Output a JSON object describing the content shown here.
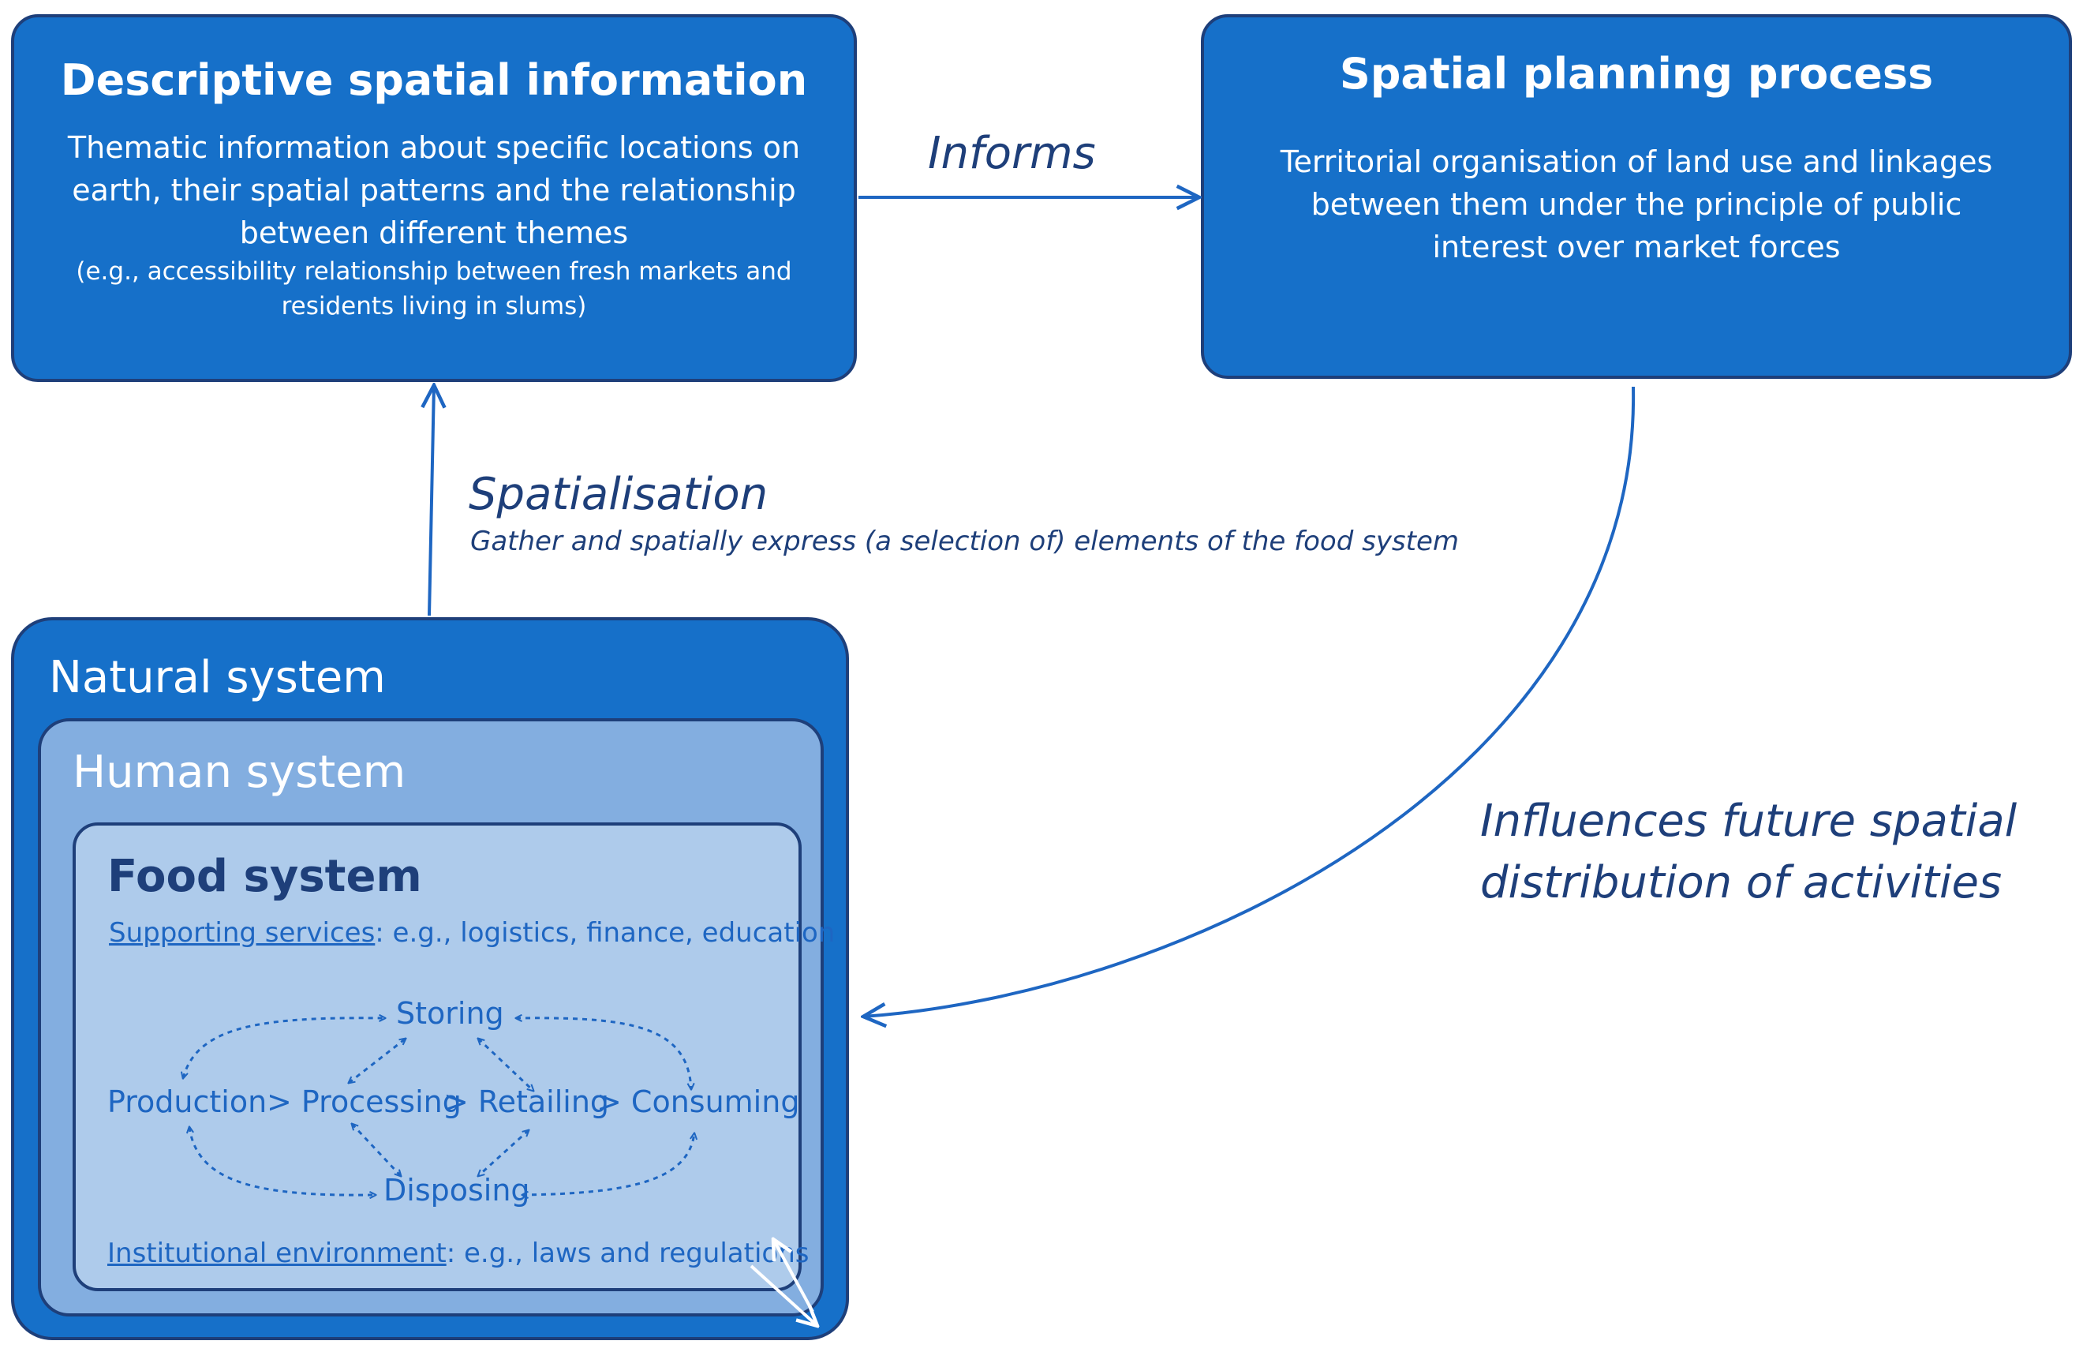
{
  "descriptive": {
    "title": "Descriptive spatial information",
    "body": "Thematic information about specific locations on earth, their spatial patterns and the relationship between different themes",
    "example": "(e.g., accessibility relationship between fresh markets and residents living in slums)"
  },
  "planning": {
    "title": "Spatial planning process",
    "body": "Territorial organisation of land use and linkages between them under the principle of public interest over market forces"
  },
  "arrows": {
    "informs": "Informs",
    "spatialisation_title": "Spatialisation",
    "spatialisation_desc": "Gather and spatially express (a selection of) elements of the food system",
    "influences_line1": "Influences future spatial",
    "influences_line2": "distribution of activities"
  },
  "natural_system": {
    "title": "Natural system"
  },
  "human_system": {
    "title": "Human system"
  },
  "food_system": {
    "title": "Food system",
    "supporting_link": "Supporting services",
    "supporting_rest": ": e.g., logistics, finance, education",
    "institutional_link": "Institutional environment",
    "institutional_rest": ": e.g., laws and regulations",
    "steps": {
      "storing": "Storing",
      "production": "Production",
      "processing": "> Processing",
      "retailing": "> Retailing",
      "consuming": "> Consuming",
      "disposing": "Disposing"
    }
  },
  "colors": {
    "box_blue": "#1670c9",
    "human_blue": "#83aee0",
    "food_blue": "#aecbeb",
    "border_navy": "#1e3f7a",
    "arrow_blue": "#1e66c2"
  }
}
